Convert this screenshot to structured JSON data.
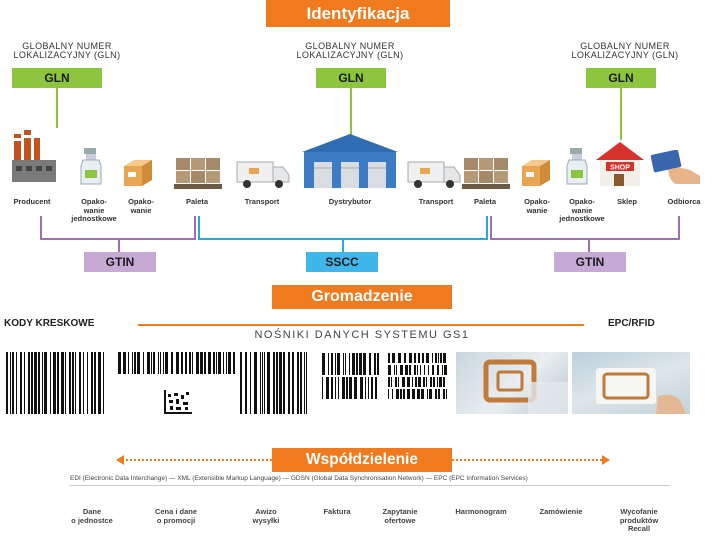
{
  "banners": {
    "identification": "Identyfikacja",
    "gathering": "Gromadzenie",
    "sharing": "Współdzielenie"
  },
  "gln_blocks": [
    {
      "caption_line1": "GLOBALNY NUMER",
      "caption_line2": "LOKALIZACYJNY (GLN)",
      "box": "GLN"
    },
    {
      "caption_line1": "GLOBALNY NUMER",
      "caption_line2": "LOKALIZACYJNY (GLN)",
      "box": "GLN"
    },
    {
      "caption_line1": "GLOBALNY NUMER",
      "caption_line2": "LOKALIZACYJNY (GLN)",
      "box": "GLN"
    }
  ],
  "chain": [
    {
      "line1": "Producent",
      "line2": "",
      "line3": ""
    },
    {
      "line1": "Opako-",
      "line2": "wanie",
      "line3": "jednostkowe"
    },
    {
      "line1": "Opako-",
      "line2": "wanie",
      "line3": ""
    },
    {
      "line1": "Paleta",
      "line2": "",
      "line3": ""
    },
    {
      "line1": "Transport",
      "line2": "",
      "line3": ""
    },
    {
      "line1": "Dystrybutor",
      "line2": "",
      "line3": ""
    },
    {
      "line1": "Transport",
      "line2": "",
      "line3": ""
    },
    {
      "line1": "Paleta",
      "line2": "",
      "line3": ""
    },
    {
      "line1": "Opako-",
      "line2": "wanie",
      "line3": ""
    },
    {
      "line1": "Opako-",
      "line2": "wanie",
      "line3": "jednostkowe"
    },
    {
      "line1": "Sklep",
      "line2": "",
      "line3": ""
    },
    {
      "line1": "Odbiorca",
      "line2": "",
      "line3": ""
    }
  ],
  "shop_sign": "SHOP",
  "codes": {
    "left": "GTIN",
    "middle": "SSCC",
    "right": "GTIN"
  },
  "carriers": {
    "left_label": "KODY KRESKOWE",
    "right_label": "EPC/RFID",
    "caption": "NOŚNIKI DANYCH SYSTEMU GS1"
  },
  "standards": "EDI (Electronic Data Interchange) — XML (Extensible Markup Language) — GDSN (Global Data Synchronisation Network) — EPC (EPC Information Services)",
  "share_items": [
    {
      "line1": "Dane",
      "line2": "o jednostce",
      "line3": ""
    },
    {
      "line1": "Cena i dane",
      "line2": "o promocji",
      "line3": ""
    },
    {
      "line1": "Awizo",
      "line2": "wysyłki",
      "line3": ""
    },
    {
      "line1": "Faktura",
      "line2": "",
      "line3": ""
    },
    {
      "line1": "Zapytanie",
      "line2": "ofertowe",
      "line3": ""
    },
    {
      "line1": "Harmonogram",
      "line2": "",
      "line3": ""
    },
    {
      "line1": "Zamówienie",
      "line2": "",
      "line3": ""
    },
    {
      "line1": "Wycofanie",
      "line2": "produktów",
      "line3": "Recall"
    }
  ],
  "colors": {
    "banner": "#f07b1e",
    "gln": "#8dc53e",
    "gtin": "#c7a9d6",
    "sscc": "#41b6ea"
  }
}
